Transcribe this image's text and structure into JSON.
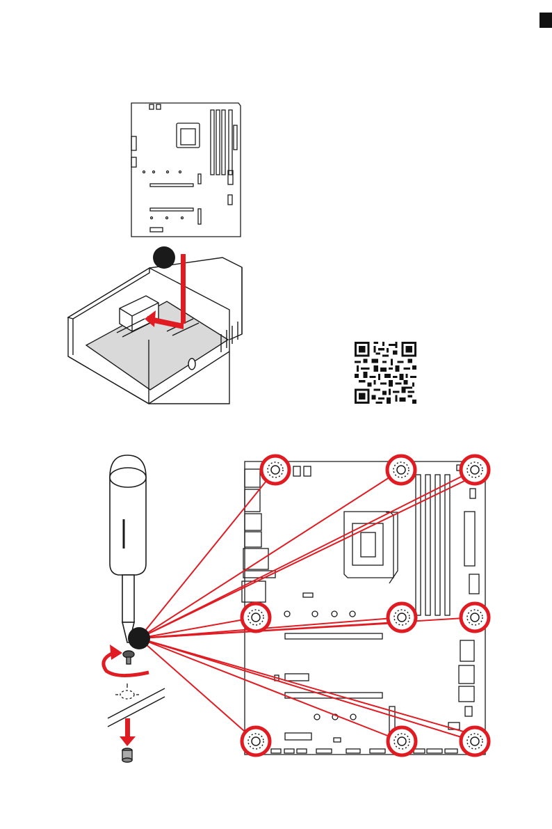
{
  "page": {
    "title": "",
    "page_number": ""
  },
  "illustrations": {
    "step_top": {
      "name": "install-motherboard-into-case",
      "step_label": ""
    },
    "step_bottom": {
      "name": "fasten-motherboard-screws",
      "step_label": ""
    },
    "qr_code": {
      "name": "qr-code"
    }
  },
  "colors": {
    "accent_red": "#E01B22",
    "line": "#1a1a1a",
    "fill_gray": "#d9d9d9",
    "background": "#ffffff"
  },
  "icons": [
    "screwdriver-icon",
    "screw-icon",
    "standoff-icon",
    "rotate-arrow-icon",
    "down-arrow-icon",
    "screw-hole-icon",
    "qr-code-icon"
  ]
}
